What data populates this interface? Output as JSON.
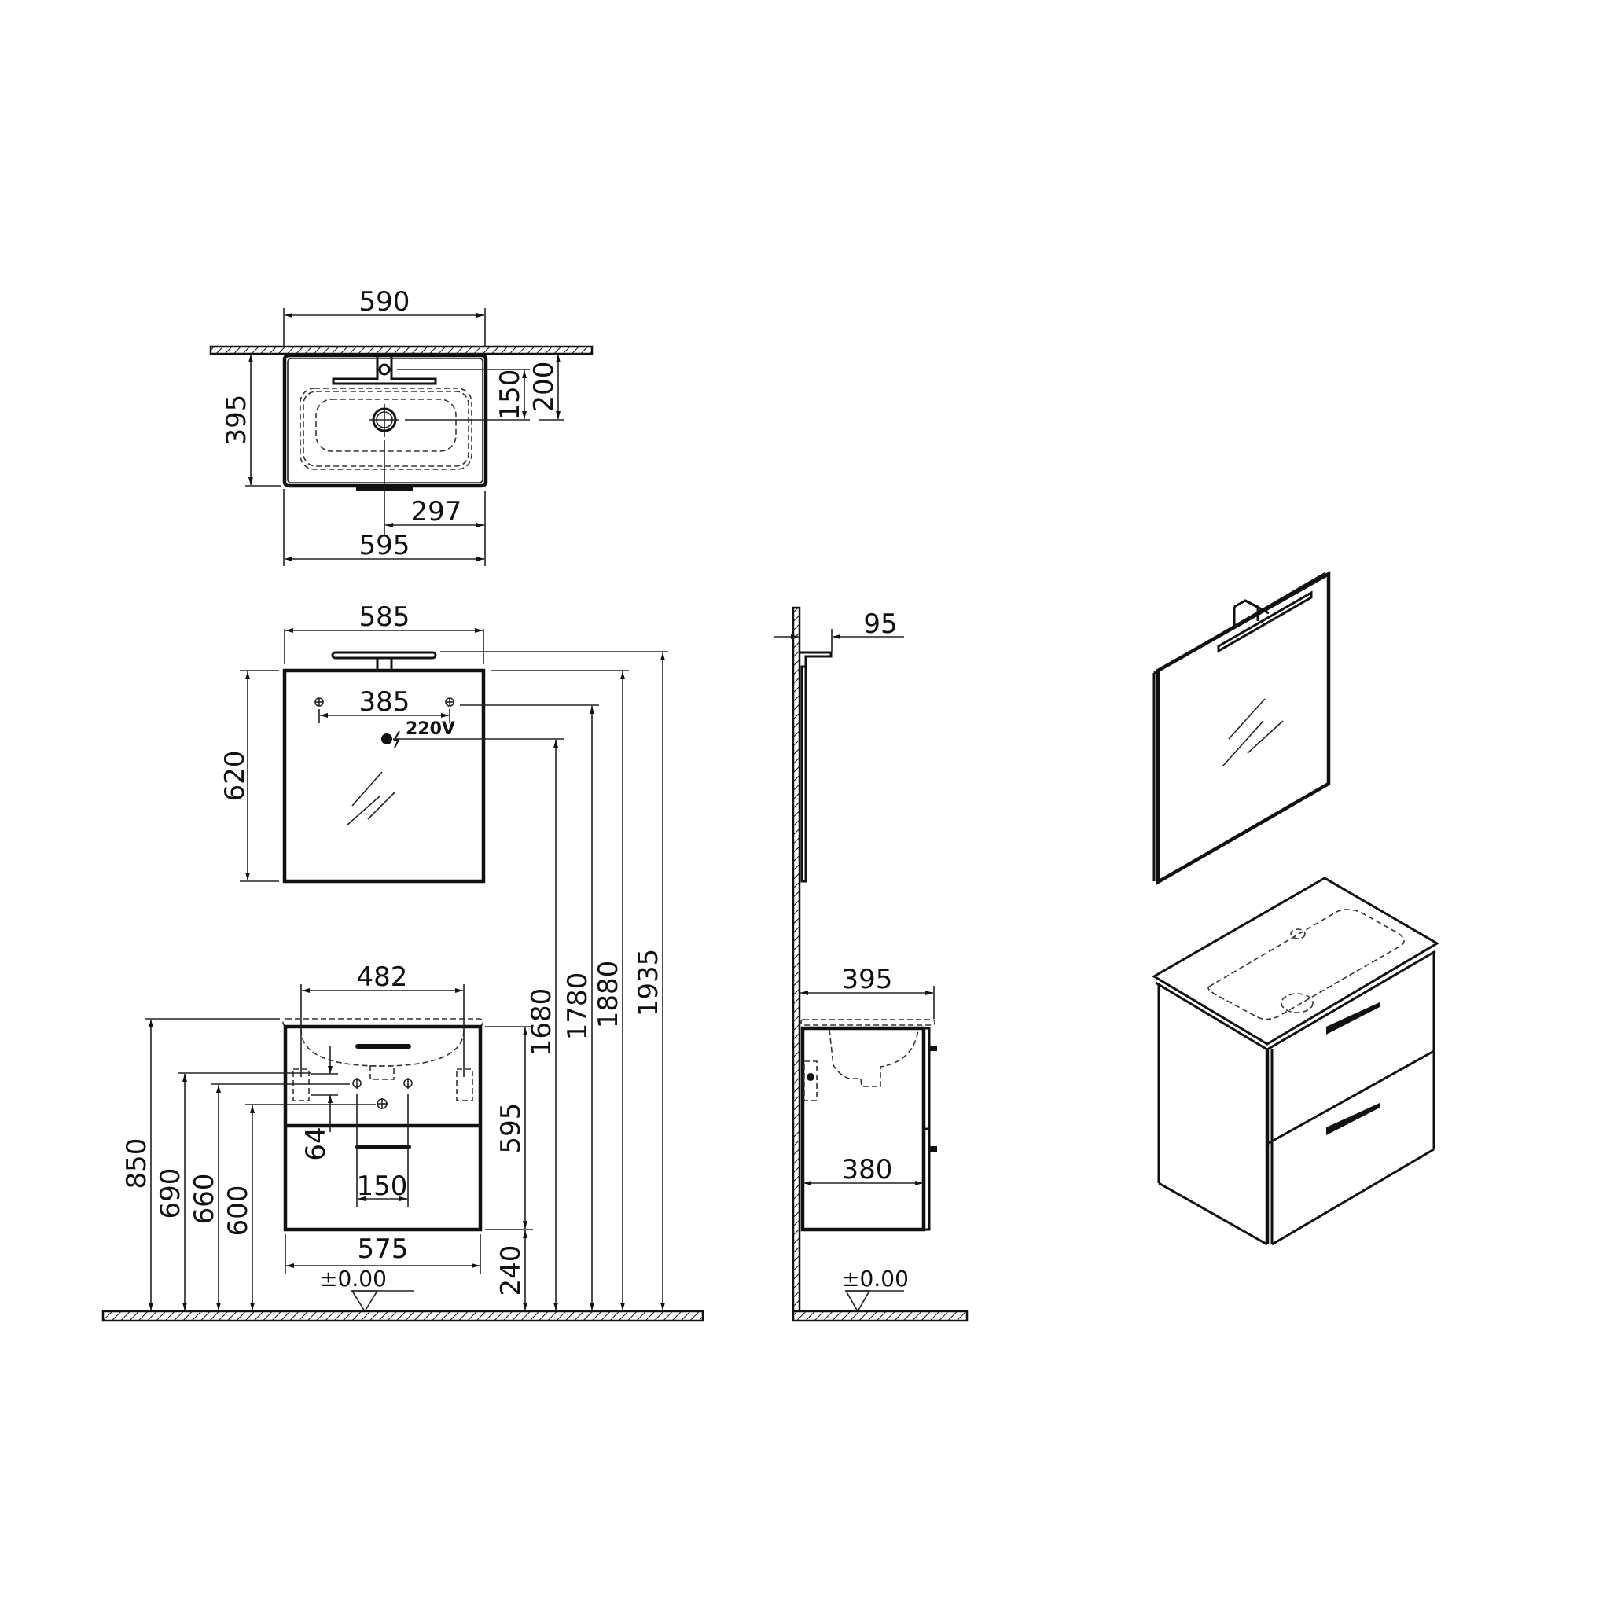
{
  "drawing": {
    "type": "technical-dimension-drawing",
    "subject": "wall-hung vanity unit with washbasin, 2 drawers, mirror with LED light",
    "units": "mm",
    "colors": {
      "line": "#111111",
      "background": "#ffffff"
    }
  },
  "top_view": {
    "dims": {
      "basin_width_top": "590",
      "basin_depth": "395",
      "tap_hole_from_drain": "150",
      "wall_to_drain": "200",
      "drain_to_side": "297",
      "overall_width": "595"
    }
  },
  "mirror_front": {
    "dims": {
      "mirror_width": "585",
      "screw_spacing": "385",
      "mirror_height": "620"
    },
    "electrical_label": "220V"
  },
  "vanity_front": {
    "dims": {
      "basin_bowl_width": "482",
      "cabinet_height": "595",
      "cabinet_width": "575",
      "floor_to_cabinet_bottom": "240",
      "handle_width": "150",
      "bracket_offset": "64",
      "floor_to_top": "850",
      "waste_690": "690",
      "supply_660": "660",
      "waste_600": "600"
    },
    "height_dims": {
      "electrical_point": "1680",
      "screw_height": "1780",
      "mirror_top": "1880",
      "light_top": "1935"
    },
    "floor_level": "±0.00"
  },
  "side_view": {
    "dims": {
      "light_projection": "95",
      "basin_depth": "395",
      "cabinet_depth": "380"
    },
    "floor_level": "±0.00"
  },
  "isometric_view": {
    "items": [
      "mirror-with-light",
      "vanity-cabinet-with-basin"
    ]
  }
}
